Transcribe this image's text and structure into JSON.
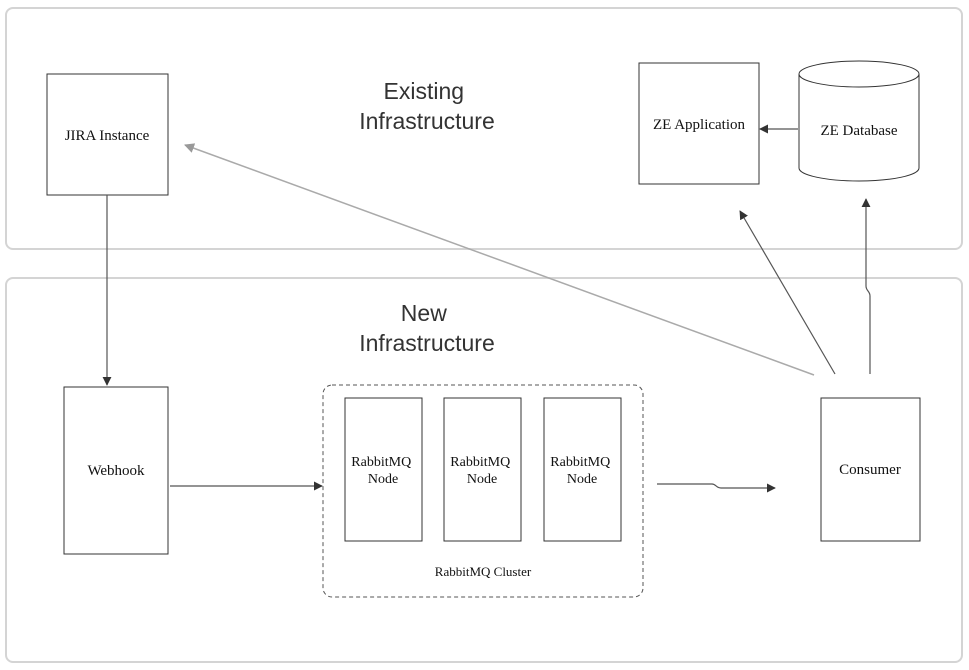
{
  "regions": {
    "existing": {
      "title_line1": "Existing",
      "title_line2": "Infrastructure"
    },
    "new": {
      "title_line1": "New",
      "title_line2": "Infrastructure"
    }
  },
  "nodes": {
    "jira": {
      "label": "JIRA Instance"
    },
    "ze_app": {
      "label": "ZE Application"
    },
    "ze_db": {
      "label": "ZE Database"
    },
    "webhook": {
      "label": "Webhook"
    },
    "consumer": {
      "label": "Consumer"
    },
    "rabbit_nodes": [
      {
        "line1": "RabbitMQ",
        "line2": "Node"
      },
      {
        "line1": "RabbitMQ",
        "line2": "Node"
      },
      {
        "line1": "RabbitMQ",
        "line2": "Node"
      }
    ],
    "cluster": {
      "label": "RabbitMQ Cluster"
    }
  },
  "colors": {
    "region_border": "#d4d4d4",
    "box_border": "#333333",
    "edge_dark": "#555555",
    "edge_light": "#aaaaaa"
  }
}
